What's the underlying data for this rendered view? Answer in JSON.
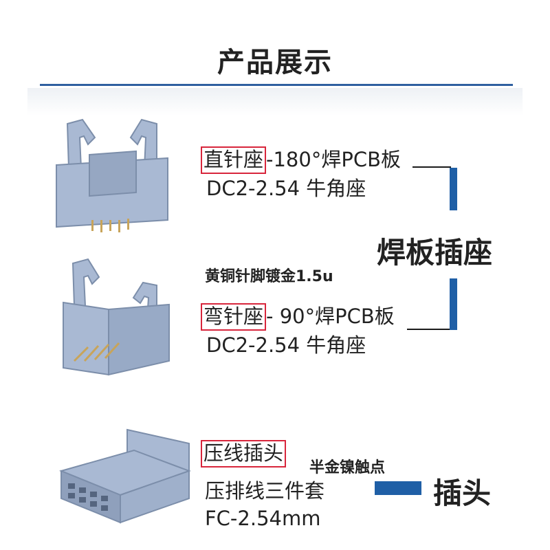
{
  "title": "产品展示",
  "products": [
    {
      "name": "直针座",
      "spec": "-180°焊PCB板",
      "model": "DC2-2.54 牛角座"
    },
    {
      "name": "弯针座",
      "spec": "- 90°焊PCB板",
      "model": "DC2-2.54 牛角座"
    },
    {
      "name": "压线插头",
      "extra": "半金镍触点",
      "line2": "压排线三件套",
      "model": "FC-2.54mm"
    }
  ],
  "note": "黄铜针脚镀金1.5u",
  "group_label": "焊板插座",
  "plug_label": "插头",
  "colors": {
    "accent": "#1f5fa6",
    "highlight_box": "#d8253b",
    "connector": "#a9b9d3"
  }
}
